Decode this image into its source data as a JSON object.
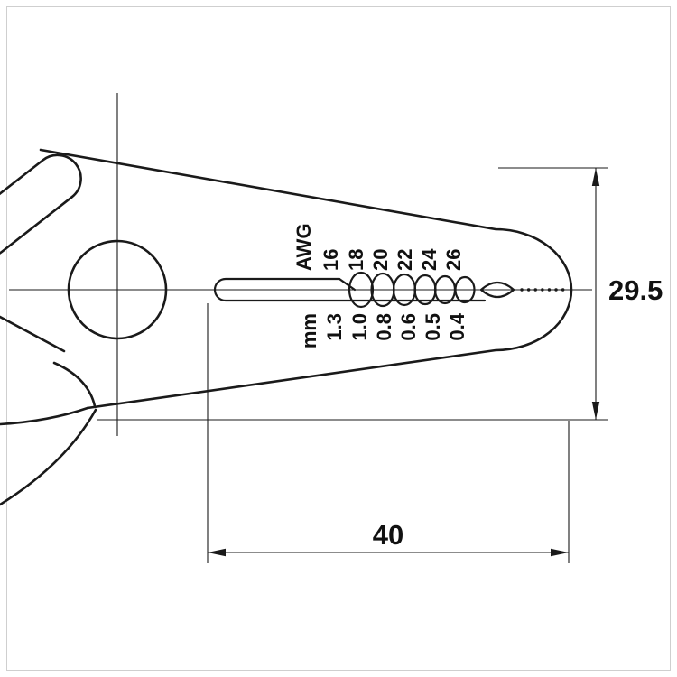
{
  "page": {
    "background": "#ffffff",
    "frame_border": "#cfcfcf",
    "stroke_color": "#1a1a1a"
  },
  "drawing": {
    "dimensions": {
      "height_mm": "29.5",
      "length_mm": "40"
    },
    "awg_scale": {
      "unit": "AWG",
      "values": [
        "16",
        "18",
        "20",
        "22",
        "24",
        "26"
      ]
    },
    "mm_scale": {
      "unit": "mm",
      "values": [
        "1.3",
        "1.0",
        "0.8",
        "0.6",
        "0.5",
        "0.4"
      ]
    }
  }
}
